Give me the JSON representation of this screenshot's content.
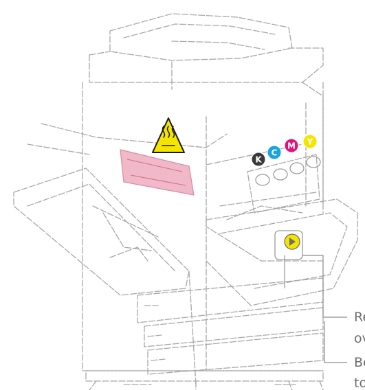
{
  "callouts": {
    "line1": "Re",
    "line2": "ov",
    "line3": "Be",
    "line4": "tor"
  },
  "toners": [
    {
      "label": "K",
      "color": "#3a3a3a"
    },
    {
      "label": "C",
      "color": "#19a3e0"
    },
    {
      "label": "M",
      "color": "#e0137a"
    },
    {
      "label": "Y",
      "color": "#f2e600"
    }
  ],
  "colors": {
    "line": "#9a9a9a",
    "fuser_highlight": "#f1b8c8",
    "warning_fill": "#f5e400",
    "leader_line": "#8a8a8a"
  },
  "icons": {
    "hot_surface": "hot-surface-warning-icon",
    "lever": "release-lever-icon"
  }
}
